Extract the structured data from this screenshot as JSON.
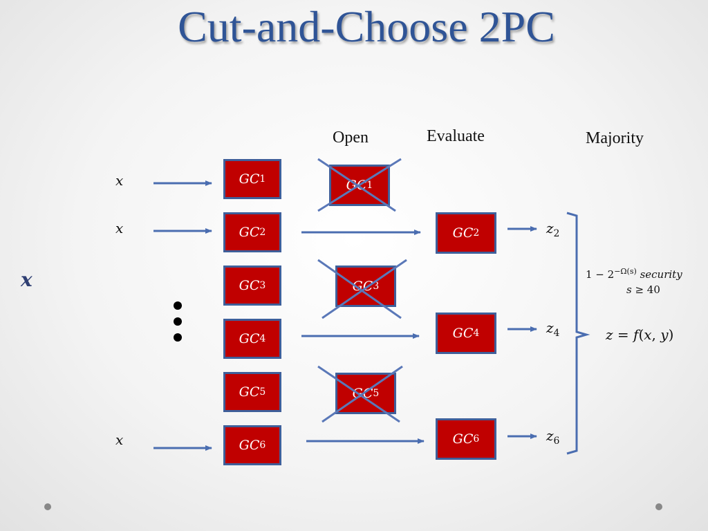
{
  "title": "Cut-and-Choose 2PC",
  "headers": {
    "open": "Open",
    "evaluate": "Evaluate",
    "majority": "Majority"
  },
  "input_var": "x",
  "row_input": "x",
  "gc_letters": "GC",
  "circuits": [
    {
      "index": "1",
      "opened": true
    },
    {
      "index": "2",
      "opened": false
    },
    {
      "index": "3",
      "opened": true
    },
    {
      "index": "4",
      "opened": false
    },
    {
      "index": "5",
      "opened": true
    },
    {
      "index": "6",
      "opened": false
    }
  ],
  "outputs": [
    {
      "letter": "z",
      "index": "2"
    },
    {
      "letter": "z",
      "index": "4"
    },
    {
      "letter": "z",
      "index": "6"
    }
  ],
  "security": {
    "prefix": "1 − 2",
    "exponent": "−Ω(s)",
    "word": "security",
    "param_var": "s",
    "param_rest": " ≥ 40"
  },
  "result": {
    "lhs": "z",
    "mid": " = ",
    "func": "f",
    "open": "(",
    "a": "x",
    "sep": ", ",
    "b": "y",
    "close": ")"
  },
  "colors": {
    "gc_fill": "#c00000",
    "gc_border": "#3f5f9a",
    "arrow": "#4a6db0",
    "cross": "#5a78b8",
    "title": "#2f5496"
  }
}
